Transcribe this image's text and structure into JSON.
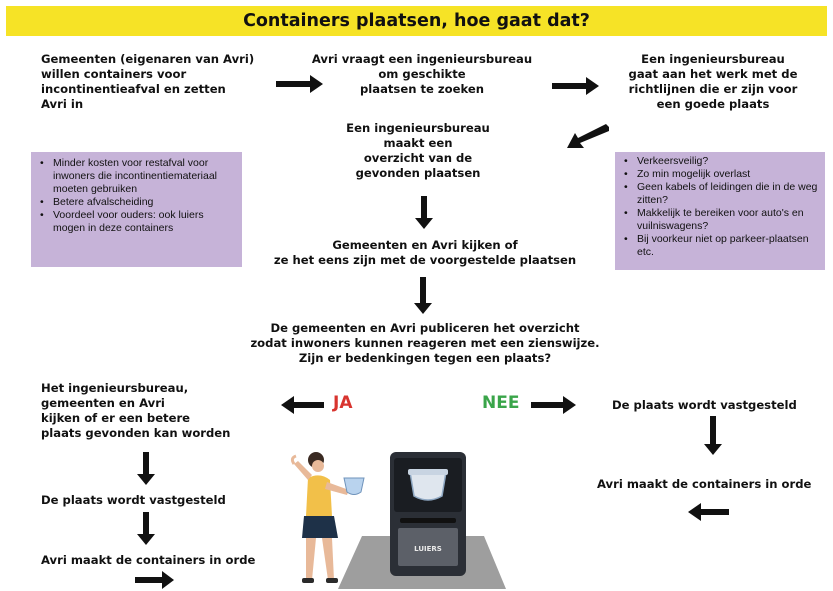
{
  "title": "Containers plaatsen, hoe gaat dat?",
  "colors": {
    "banner": "#f6e326",
    "box": "#c6b3d8",
    "ja": "#d8342f",
    "nee": "#3aa54a"
  },
  "steps": {
    "s1": "Gemeenten (eigenaren van Avri)\nwillen containers voor\nincontinentieafval en zetten\nAvri in",
    "s2": "Avri vraagt een ingenieursbureau\nom geschikte\nplaatsen te zoeken",
    "s3": "Een ingenieursbureau\ngaat aan het werk met de\nrichtlijnen die er zijn voor\neen goede plaats",
    "s4": "Een ingenieursbureau\nmaakt een\noverzicht van de\ngevonden plaatsen",
    "s5": "Gemeenten en Avri kijken of\nze het eens zijn met de voorgestelde plaatsen",
    "s6": "De gemeenten en Avri publiceren het overzicht\nzodat inwoners kunnen reageren met een zienswijze.\nZijn er bedenkingen tegen een plaats?",
    "s7": "Het ingenieursbureau,\ngemeenten en Avri\nkijken of er een betere\nplaats gevonden kan worden",
    "s8": "De plaats wordt vastgesteld",
    "s9": "Avri maakt de containers in orde",
    "s10": "De plaats wordt vastgesteld",
    "s11": "Avri maakt de containers in orde"
  },
  "answers": {
    "ja": "JA",
    "nee": "NEE"
  },
  "benefits": [
    "Minder kosten voor restafval voor inwoners die incontinentiemateriaal moeten gebruiken",
    "Betere afvalscheiding",
    "Voordeel voor ouders: ook luiers mogen in deze containers"
  ],
  "criteria": [
    "Verkeersveilig?",
    "Zo min mogelijk overlast",
    "Geen kabels of leidingen die in de weg zitten?",
    "Makkelijk te bereiken voor auto's en vuilniswagens?",
    "Bij voorkeur niet op parkeer-plaatsen etc."
  ],
  "container_label": "LUIERS"
}
